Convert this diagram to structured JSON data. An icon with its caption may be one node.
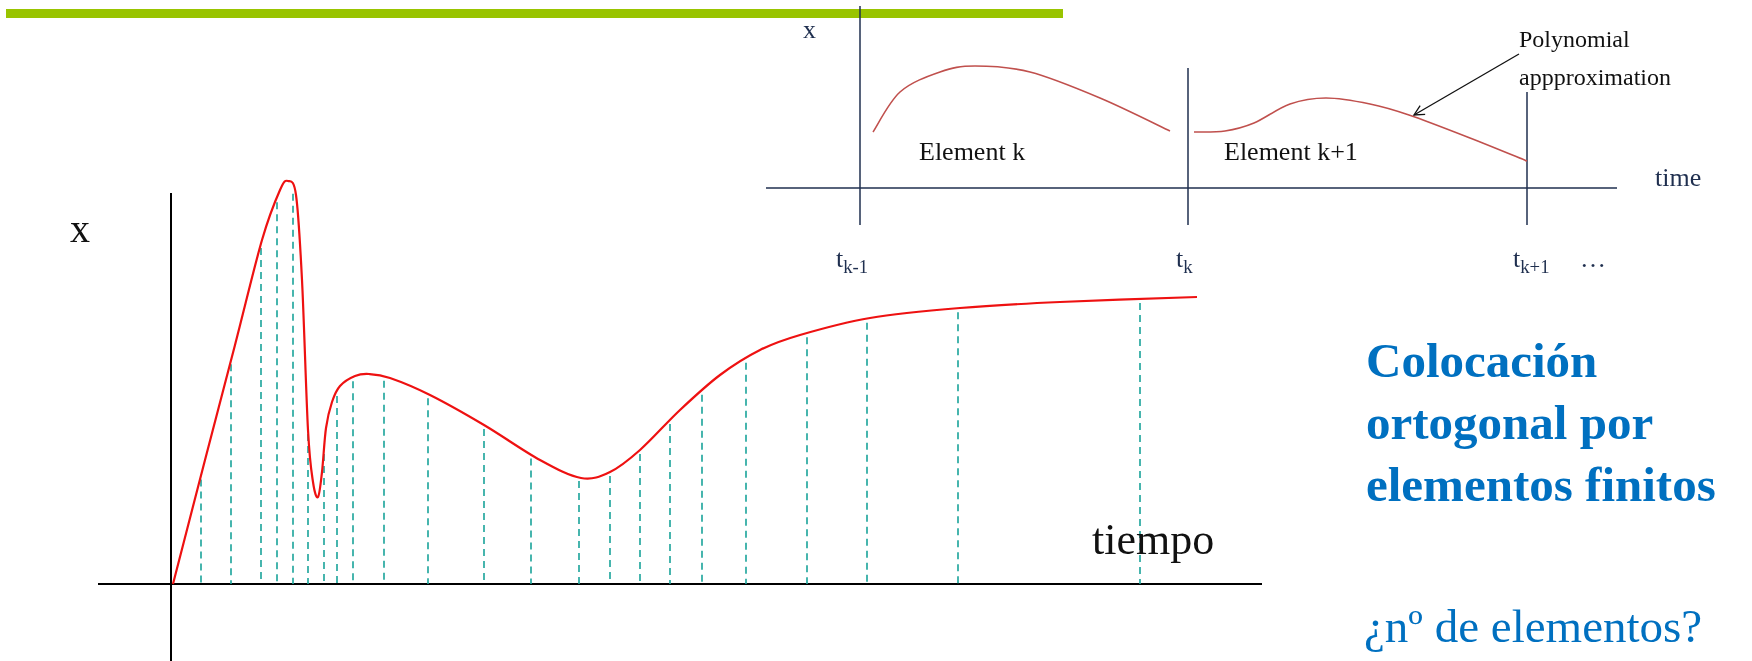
{
  "diagram": {
    "nodes": [
      {
        "text": [
          "Polynomial appproximation"
        ]
      },
      {
        "text": [],
        "shape": "curve"
      }
    ],
    "edges": [
      {
        "from": 0,
        "to": 1,
        "arrow": "to"
      }
    ],
    "labels": [
      "x",
      "Element k",
      "Element k+1",
      "time",
      "t$_{k-1}$",
      "t$_{k}$",
      "t$_{k+1}$",
      "…",
      "x",
      "tiempo",
      "Colocación ortogonal por elementos finitos",
      "¿nº de elementos?"
    ]
  }
}
